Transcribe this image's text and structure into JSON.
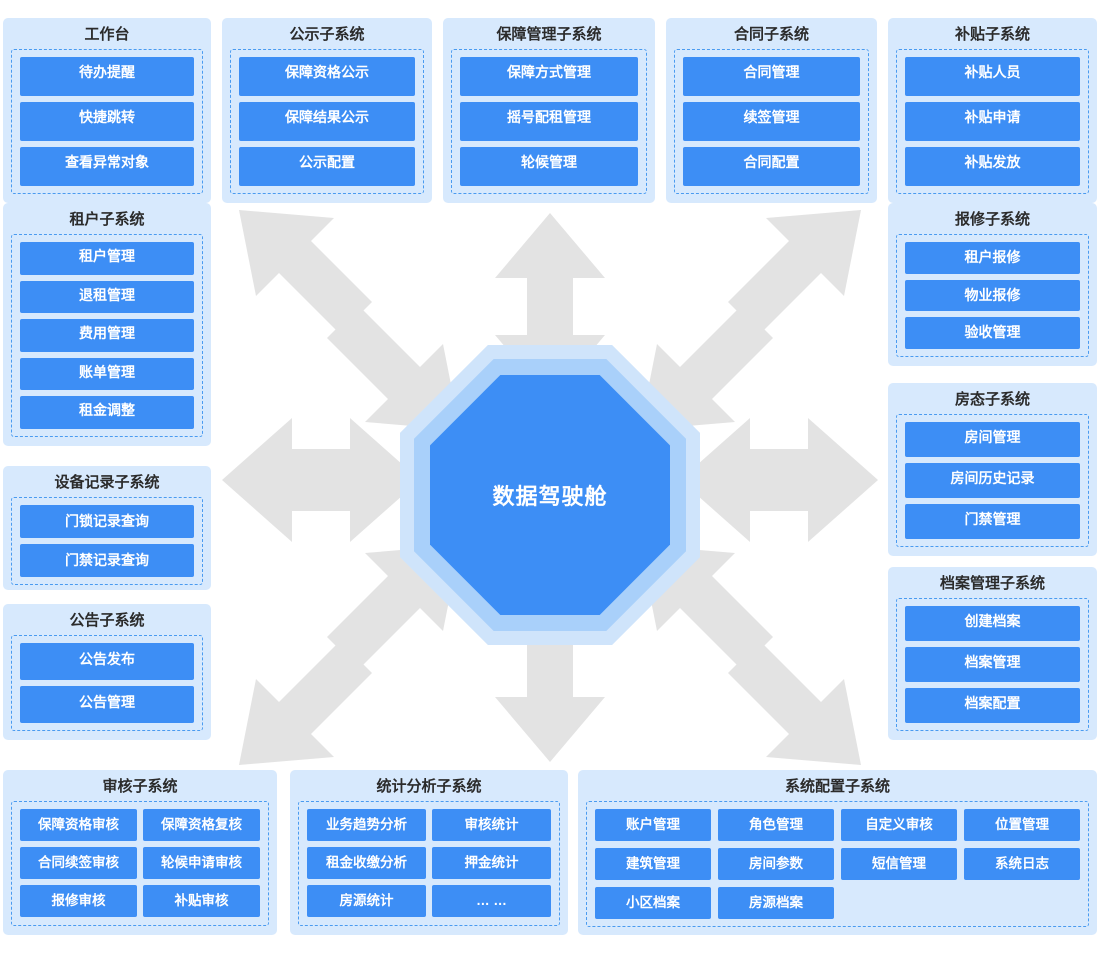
{
  "hub": {
    "label": "数据驾驶舱",
    "colors": {
      "outer_ring": "#cfe4fb",
      "mid_ring": "#a9d0fa",
      "core": "#3d8ef5",
      "label_color": "#ffffff"
    }
  },
  "theme": {
    "panel_background": "#d7e9fd",
    "panel_dashed_border": "#4a9bf0",
    "module_background": "#3d8ef5",
    "module_text": "#ffffff",
    "title_text": "#2b2b2b",
    "arrow_color": "#e3e3e3",
    "page_background": "#ffffff"
  },
  "arrows": {
    "count": 8,
    "style": "double-headed",
    "directions": [
      "up",
      "down",
      "left",
      "right",
      "up-left",
      "up-right",
      "down-left",
      "down-right"
    ]
  },
  "panels": {
    "workbench": {
      "title": "工作台",
      "modules": [
        "待办提醒",
        "快捷跳转",
        "查看异常对象"
      ]
    },
    "publicity": {
      "title": "公示子系统",
      "modules": [
        "保障资格公示",
        "保障结果公示",
        "公示配置"
      ]
    },
    "guarantee": {
      "title": "保障管理子系统",
      "modules": [
        "保障方式管理",
        "摇号配租管理",
        "轮候管理"
      ]
    },
    "contract": {
      "title": "合同子系统",
      "modules": [
        "合同管理",
        "续签管理",
        "合同配置"
      ]
    },
    "subsidy": {
      "title": "补贴子系统",
      "modules": [
        "补贴人员",
        "补贴申请",
        "补贴发放"
      ]
    },
    "tenant": {
      "title": "租户子系统",
      "modules": [
        "租户管理",
        "退租管理",
        "费用管理",
        "账单管理",
        "租金调整"
      ]
    },
    "device": {
      "title": "设备记录子系统",
      "modules": [
        "门锁记录查询",
        "门禁记录查询"
      ]
    },
    "notice": {
      "title": "公告子系统",
      "modules": [
        "公告发布",
        "公告管理"
      ]
    },
    "repair": {
      "title": "报修子系统",
      "modules": [
        "租户报修",
        "物业报修",
        "验收管理"
      ]
    },
    "roomstate": {
      "title": "房态子系统",
      "modules": [
        "房间管理",
        "房间历史记录",
        "门禁管理"
      ]
    },
    "archive": {
      "title": "档案管理子系统",
      "modules": [
        "创建档案",
        "档案管理",
        "档案配置"
      ]
    },
    "audit": {
      "title": "审核子系统",
      "modules": [
        "保障资格审核",
        "保障资格复核",
        "合同续签审核",
        "轮候申请审核",
        "报修审核",
        "补贴审核"
      ]
    },
    "stats": {
      "title": "统计分析子系统",
      "modules": [
        "业务趋势分析",
        "审核统计",
        "租金收缴分析",
        "押金统计",
        "房源统计",
        "… …"
      ]
    },
    "sysconfig": {
      "title": "系统配置子系统",
      "modules": [
        "账户管理",
        "角色管理",
        "自定义审核",
        "位置管理",
        "建筑管理",
        "房间参数",
        "短信管理",
        "系统日志",
        "小区档案",
        "房源档案"
      ]
    }
  }
}
